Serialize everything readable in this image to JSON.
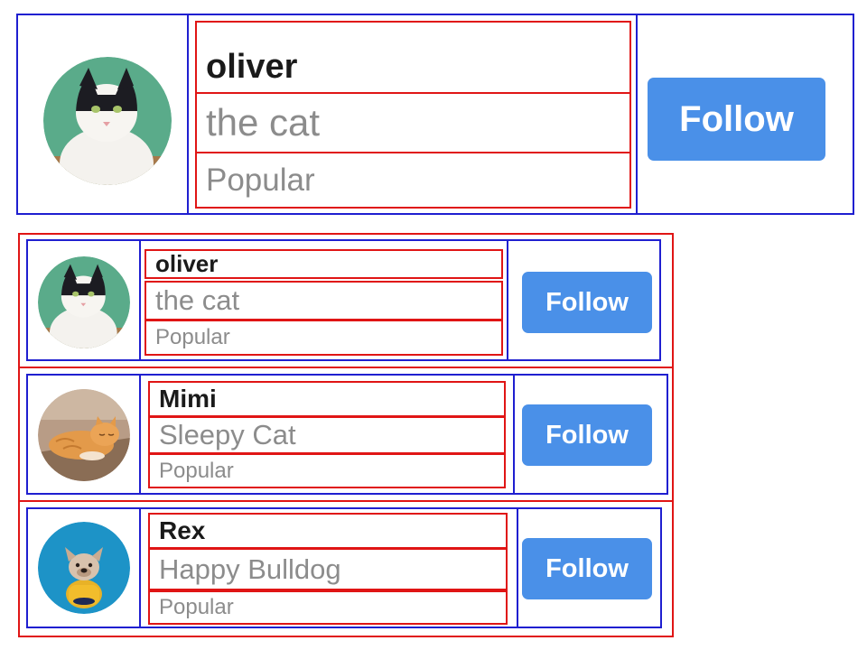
{
  "featured": {
    "name": "oliver",
    "subtitle": "the cat",
    "tag": "Popular",
    "follow_label": "Follow"
  },
  "list": [
    {
      "name": "oliver",
      "subtitle": "the cat",
      "tag": "Popular",
      "follow_label": "Follow"
    },
    {
      "name": "Mimi",
      "subtitle": "Sleepy Cat",
      "tag": "Popular",
      "follow_label": "Follow"
    },
    {
      "name": "Rex",
      "subtitle": "Happy Bulldog",
      "tag": "Popular",
      "follow_label": "Follow"
    }
  ],
  "colors": {
    "outline_blue": "#1f1fd0",
    "outline_red": "#e01515",
    "button_blue": "#4a90e8",
    "muted_text": "#8c8c8c"
  }
}
